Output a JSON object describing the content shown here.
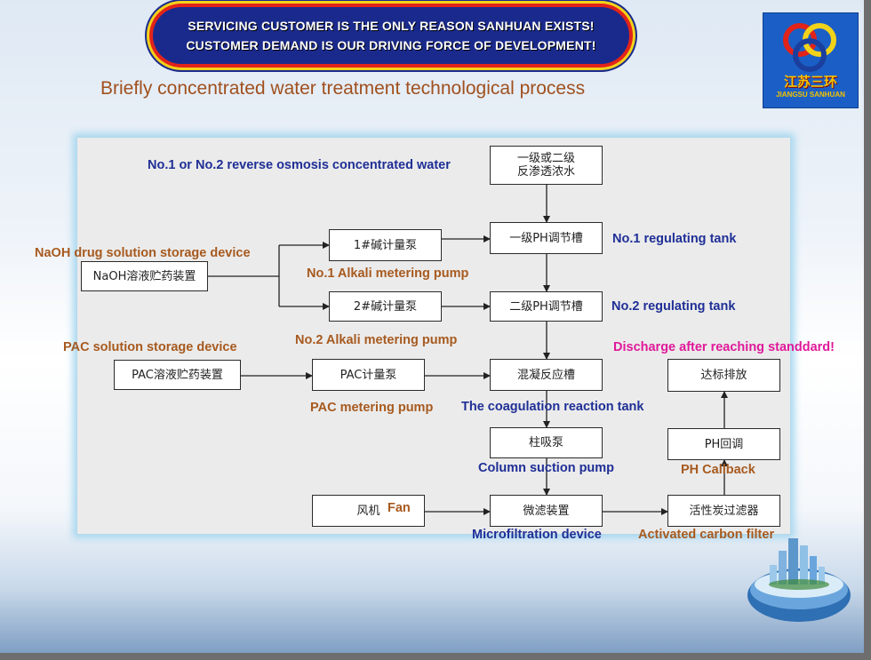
{
  "banner": {
    "line1": "SERVICING CUSTOMER IS THE ONLY REASON  SANHUAN EXISTS!",
    "line2": "CUSTOMER DEMAND IS OUR DRIVING FORCE OF DEVELOPMENT!"
  },
  "logo": {
    "chinese_text": "江苏三环",
    "english_text": "JIANGSU SANHUAN",
    "ring_colors": [
      "#e2231a",
      "#f3d21a",
      "#1b3f9e"
    ]
  },
  "title": "Briefly concentrated water treatment  technological process",
  "nodes": {
    "ro_water": "一级或二级\n反渗透浓水",
    "tank1": "一级PH调节槽",
    "tank2": "二级PH调节槽",
    "naoh_storage": "NaOH溶液贮药装置",
    "alkali_pump1": "1#碱计量泵",
    "alkali_pump2": "2#碱计量泵",
    "pac_storage": "PAC溶液贮药装置",
    "pac_pump": "PAC计量泵",
    "coag_tank": "混凝反应槽",
    "column_pump": "柱吸泵",
    "fan": "风机",
    "microfilter": "微滤装置",
    "carbon_filter": "活性炭过滤器",
    "ph_callback": "PH回调",
    "discharge": "达标排放"
  },
  "labels": {
    "ro_water": "No.1 or No.2 reverse osmosis concentrated water",
    "tank1": "No.1 regulating tank",
    "tank2": "No.2 regulating tank",
    "naoh_storage": "NaOH drug solution storage device",
    "alkali_pump1": "No.1 Alkali metering pump",
    "alkali_pump2": "No.2 Alkali metering pump",
    "pac_storage": "PAC solution storage device",
    "pac_pump": "PAC metering pump",
    "coag_tank": "The coagulation reaction tank",
    "column_pump": "Column suction pump",
    "fan": "Fan",
    "microfilter": "Microfiltration device",
    "carbon_filter": "Activated carbon filter",
    "ph_callback": "PH Callback",
    "discharge": "Discharge after reaching standdard!"
  },
  "colors": {
    "english_blue": "#1f2f96",
    "english_orange": "#a75a1f",
    "english_pink": "#e0199a",
    "title": "#a0501e"
  }
}
